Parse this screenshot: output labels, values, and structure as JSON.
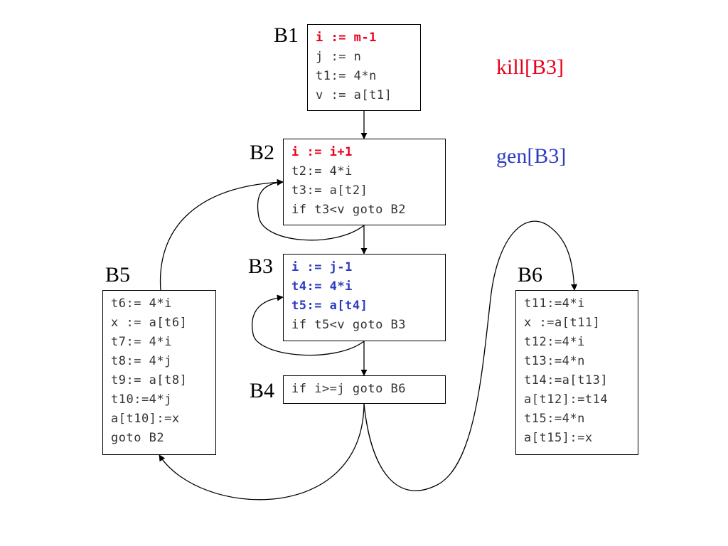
{
  "colors": {
    "kill": "#e8001c",
    "gen": "#2e3cc0",
    "text": "#333333",
    "edge": "#000000"
  },
  "legend": {
    "kill": "kill[B3]",
    "gen": "gen[B3]"
  },
  "blocks": {
    "B1": {
      "label": "B1",
      "lines": [
        {
          "text": "i := m-1",
          "style": "kill"
        },
        {
          "text": "j := n",
          "style": "plain"
        },
        {
          "text": "t1:= 4*n",
          "style": "plain"
        },
        {
          "text": "v := a[t1]",
          "style": "plain"
        }
      ]
    },
    "B2": {
      "label": "B2",
      "lines": [
        {
          "text": "i := i+1",
          "style": "kill"
        },
        {
          "text": "t2:= 4*i",
          "style": "plain"
        },
        {
          "text": "t3:= a[t2]",
          "style": "plain"
        },
        {
          "text": "if t3<v goto B2",
          "style": "plain"
        }
      ]
    },
    "B3": {
      "label": "B3",
      "lines": [
        {
          "text": "i := j-1",
          "style": "gen"
        },
        {
          "text": "t4:= 4*i",
          "style": "gen"
        },
        {
          "text": "t5:= a[t4]",
          "style": "gen"
        },
        {
          "text": "if t5<v goto B3",
          "style": "plain"
        }
      ]
    },
    "B4": {
      "label": "B4",
      "lines": [
        {
          "text": "if i>=j goto B6",
          "style": "plain"
        }
      ]
    },
    "B5": {
      "label": "B5",
      "lines": [
        {
          "text": "t6:= 4*i",
          "style": "plain"
        },
        {
          "text": "x := a[t6]",
          "style": "plain"
        },
        {
          "text": "t7:= 4*i",
          "style": "plain"
        },
        {
          "text": "t8:= 4*j",
          "style": "plain"
        },
        {
          "text": "t9:= a[t8]",
          "style": "plain"
        },
        {
          "text": "t10:=4*j",
          "style": "plain"
        },
        {
          "text": "a[t10]:=x",
          "style": "plain"
        },
        {
          "text": "goto B2",
          "style": "plain"
        }
      ]
    },
    "B6": {
      "label": "B6",
      "lines": [
        {
          "text": "t11:=4*i",
          "style": "plain"
        },
        {
          "text": "x :=a[t11]",
          "style": "plain"
        },
        {
          "text": "t12:=4*i",
          "style": "plain"
        },
        {
          "text": "t13:=4*n",
          "style": "plain"
        },
        {
          "text": "t14:=a[t13]",
          "style": "plain"
        },
        {
          "text": "a[t12]:=t14",
          "style": "plain"
        },
        {
          "text": "t15:=4*n",
          "style": "plain"
        },
        {
          "text": "a[t15]:=x",
          "style": "plain"
        }
      ]
    }
  },
  "edges": [
    {
      "from": "B1",
      "to": "B2"
    },
    {
      "from": "B2",
      "to": "B2"
    },
    {
      "from": "B2",
      "to": "B3"
    },
    {
      "from": "B3",
      "to": "B3"
    },
    {
      "from": "B3",
      "to": "B4"
    },
    {
      "from": "B4",
      "to": "B5"
    },
    {
      "from": "B4",
      "to": "B6"
    },
    {
      "from": "B5",
      "to": "B2"
    }
  ]
}
